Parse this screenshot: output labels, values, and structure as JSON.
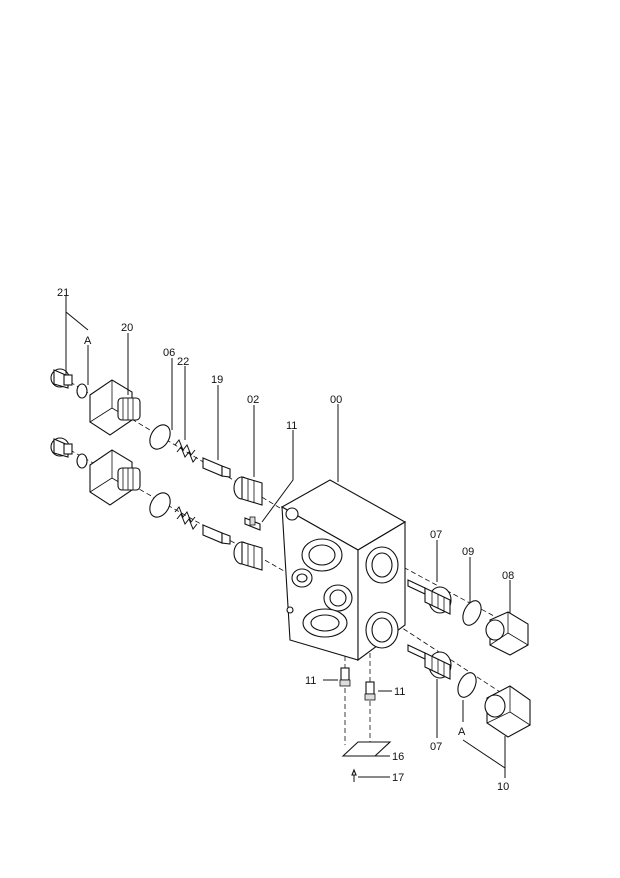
{
  "callouts": {
    "c21": "21",
    "cA_top": "A",
    "c20": "20",
    "c06": "06",
    "c22": "22",
    "c19": "19",
    "c02": "02",
    "c11_top": "11",
    "c00": "00",
    "c07_top": "07",
    "c09": "09",
    "c08": "08",
    "c11_left": "11",
    "c11_right": "11",
    "c07_bottom": "07",
    "cA_bottom": "A",
    "c16": "16",
    "c17": "17",
    "c10": "10"
  }
}
